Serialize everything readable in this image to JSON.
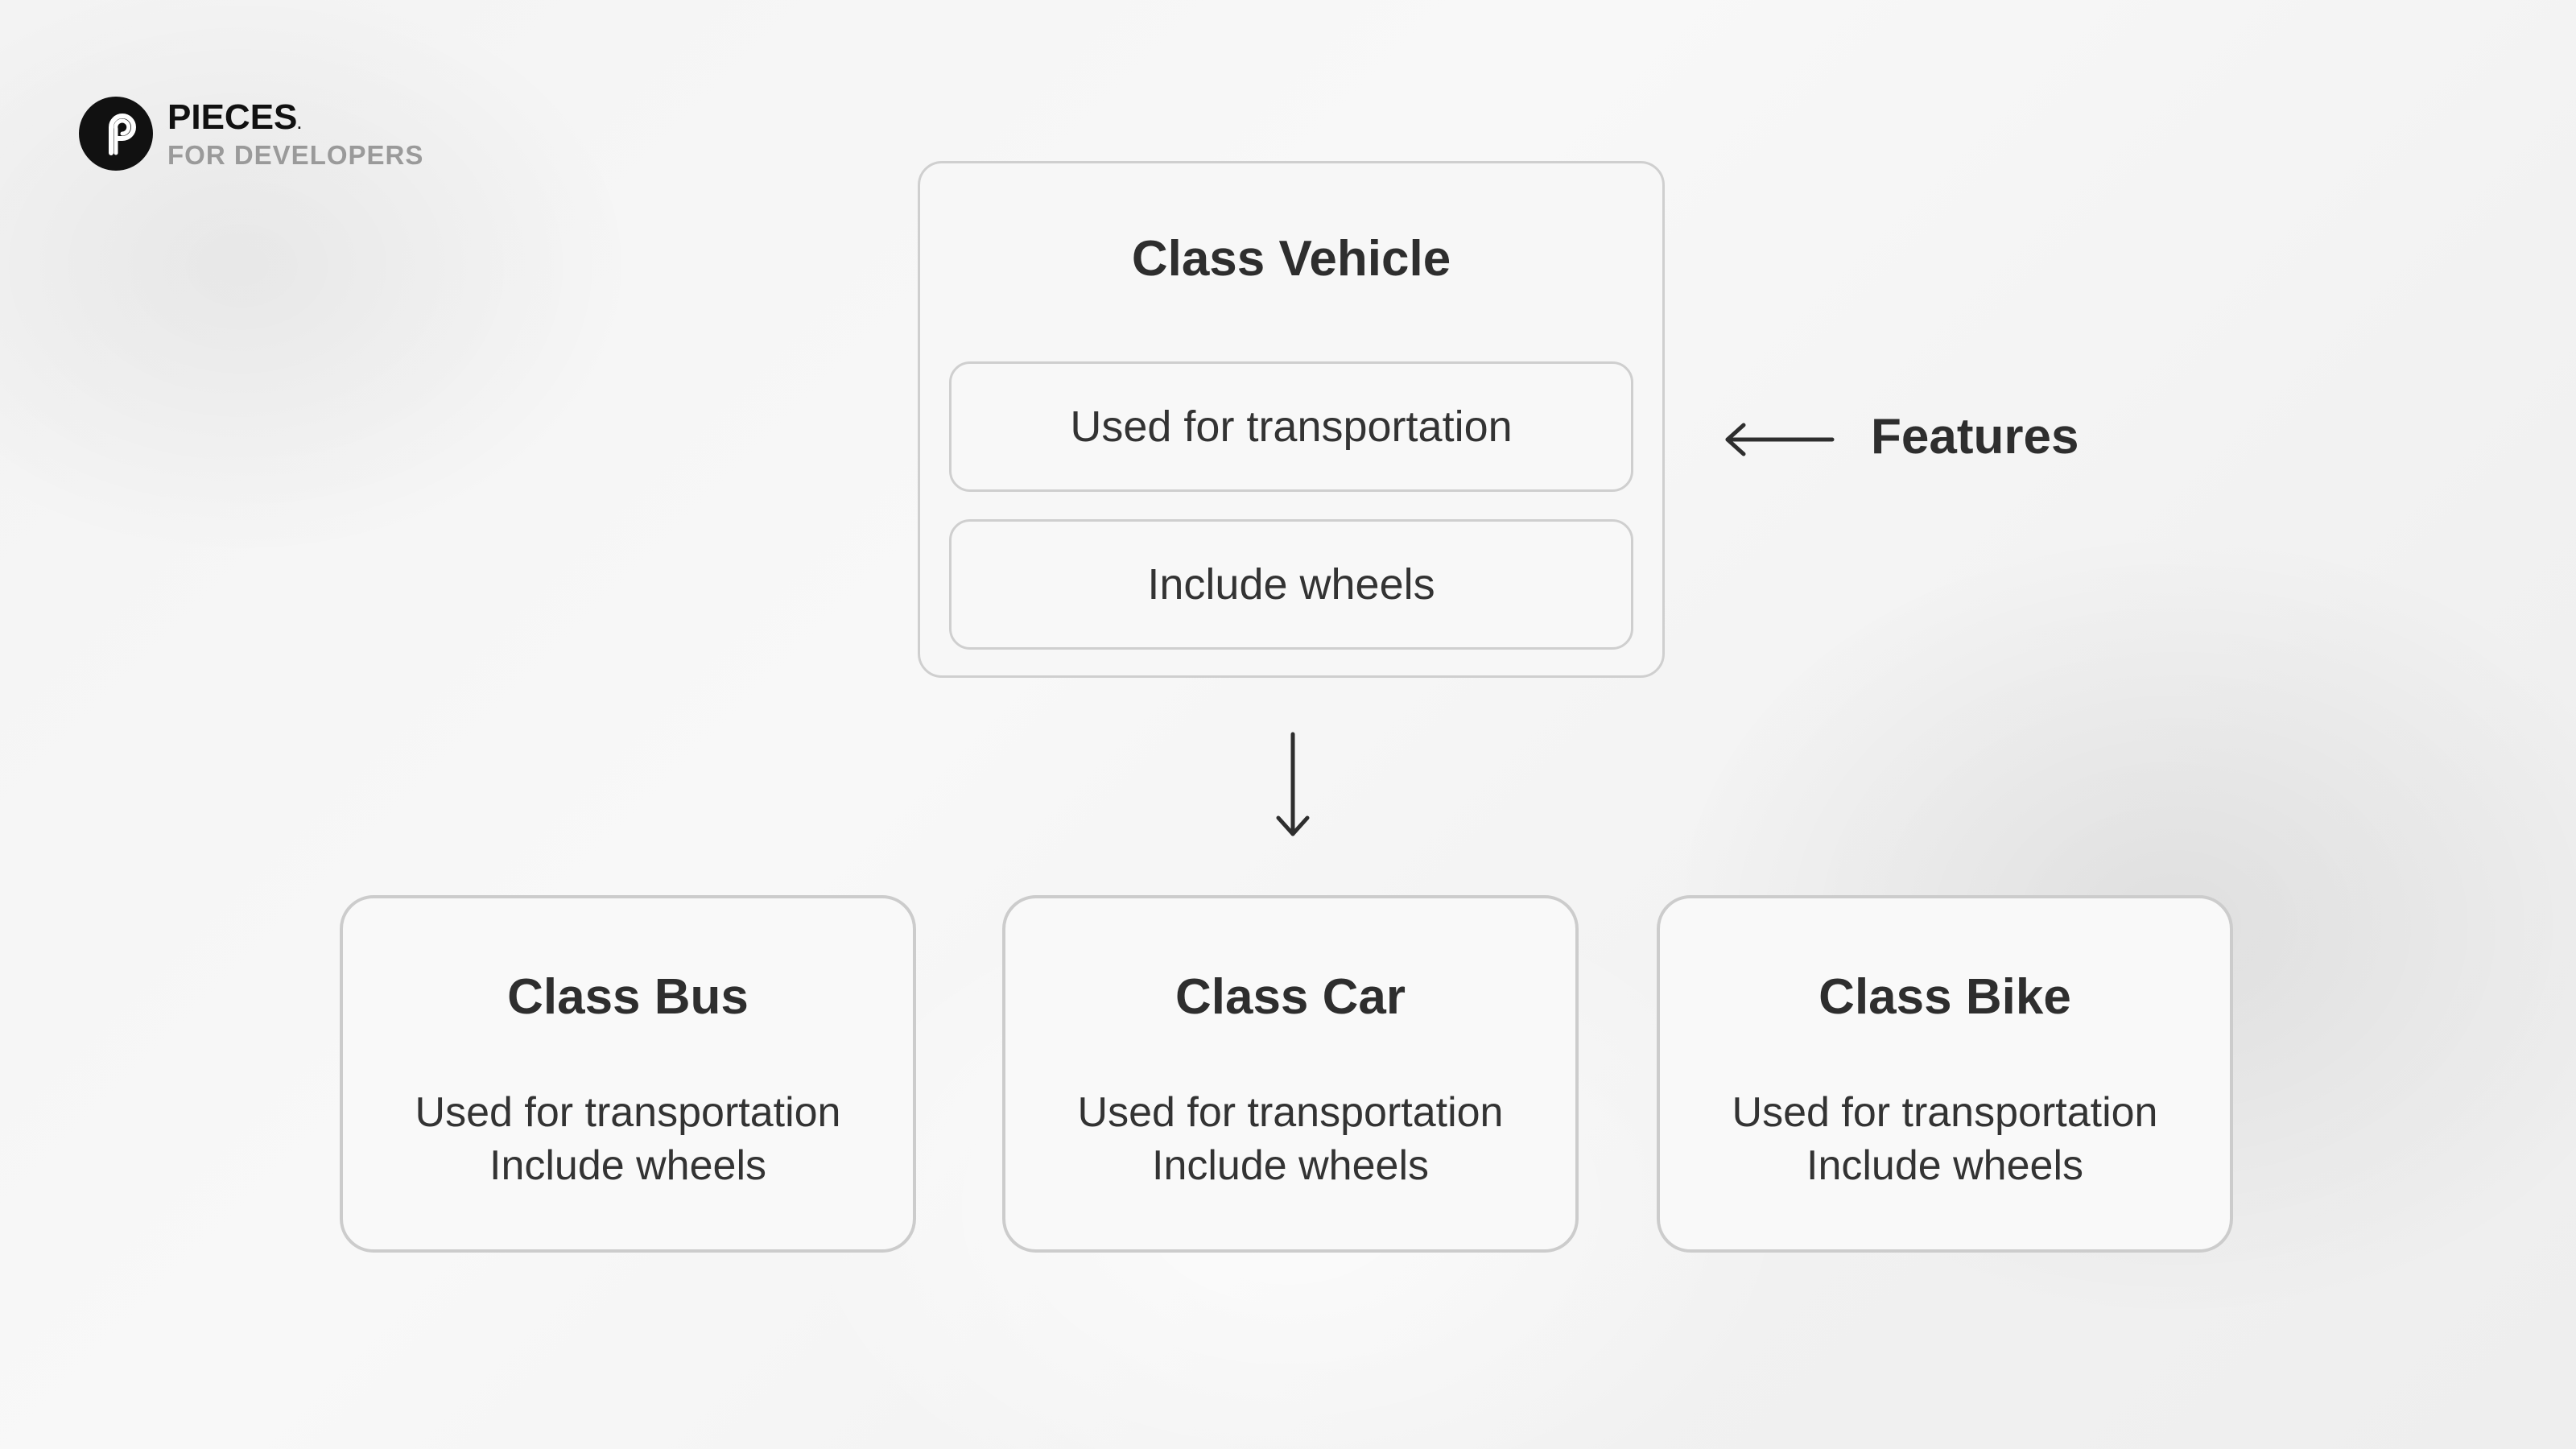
{
  "logo": {
    "name": "PIECES",
    "name_mark": ".",
    "subtitle": "FOR DEVELOPERS",
    "icon": "pieces-logo-icon"
  },
  "parent_class": {
    "title": "Class Vehicle",
    "features": [
      "Used for transportation",
      "Include wheels"
    ]
  },
  "annotation": {
    "label": "Features",
    "icon": "arrow-left-icon"
  },
  "inheritance_arrow": {
    "icon": "arrow-down-icon"
  },
  "child_classes": [
    {
      "title": "Class Bus",
      "features": [
        "Used for transportation",
        "Include wheels"
      ]
    },
    {
      "title": "Class Car",
      "features": [
        "Used for transportation",
        "Include wheels"
      ]
    },
    {
      "title": "Class Bike",
      "features": [
        "Used for transportation",
        "Include wheels"
      ]
    }
  ],
  "colors": {
    "text": "#2e2e2e",
    "border": "#cfcfcf",
    "logo_dark": "#111111",
    "logo_sub": "#9a9a9a"
  }
}
